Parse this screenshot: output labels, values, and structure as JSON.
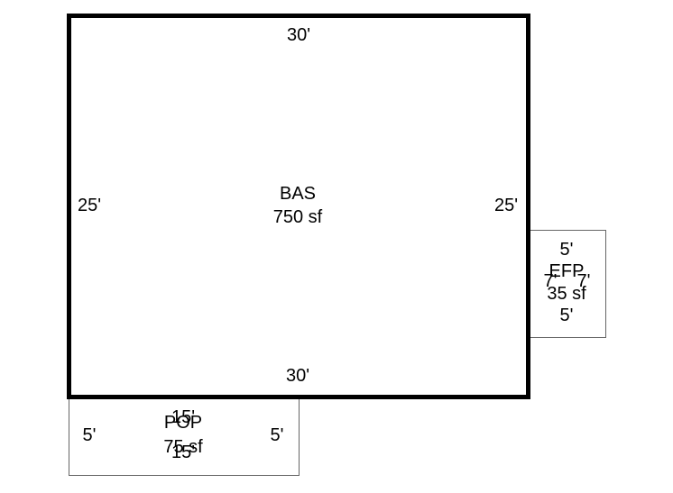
{
  "areas": {
    "bas": {
      "code": "BAS",
      "area": "750 sf",
      "top": "30'",
      "bottom": "30'",
      "left": "25'",
      "right": "25'"
    },
    "efp": {
      "code": "EFP",
      "area": "35 sf",
      "top": "5'",
      "bottom": "5'",
      "left": "7'",
      "right": "7'"
    },
    "pop": {
      "code": "POP",
      "area": "75 sf",
      "top": "15'",
      "bottom": "15'",
      "left": "5'",
      "right": "5'"
    }
  }
}
